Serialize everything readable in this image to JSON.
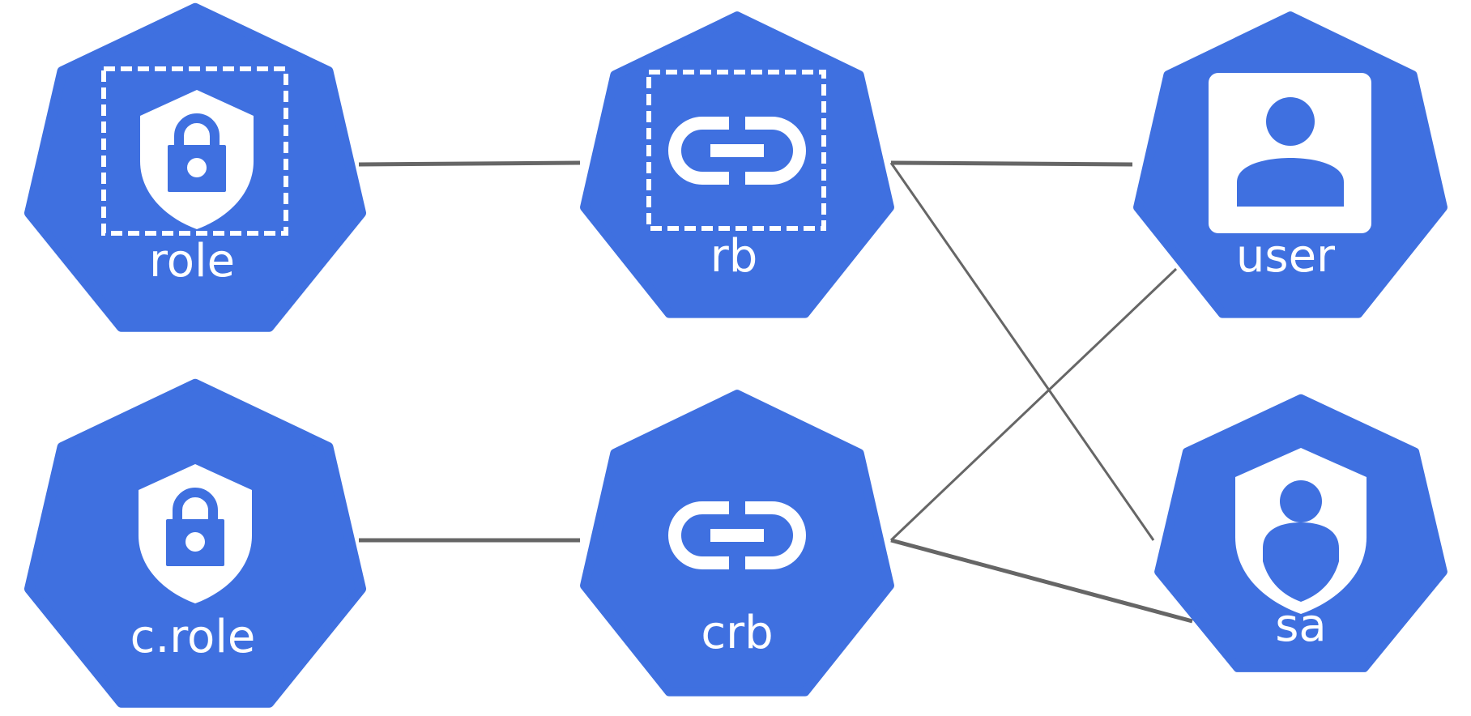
{
  "colors": {
    "node_fill": "#3f70e0",
    "icon": "#ffffff",
    "edge": "#666666",
    "background": "#ffffff"
  },
  "nodes": [
    {
      "id": "role",
      "label": "role",
      "icon": "shield-lock-icon",
      "dashed": true
    },
    {
      "id": "rb",
      "label": "rb",
      "icon": "link-icon",
      "dashed": true
    },
    {
      "id": "user",
      "label": "user",
      "icon": "user-card-icon",
      "dashed": false
    },
    {
      "id": "crole",
      "label": "c.role",
      "icon": "shield-lock-icon",
      "dashed": false
    },
    {
      "id": "crb",
      "label": "crb",
      "icon": "link-icon",
      "dashed": false
    },
    {
      "id": "sa",
      "label": "sa",
      "icon": "shield-user-icon",
      "dashed": false
    }
  ],
  "edges": [
    {
      "from": "role",
      "to": "rb"
    },
    {
      "from": "rb",
      "to": "user"
    },
    {
      "from": "rb",
      "to": "sa"
    },
    {
      "from": "crole",
      "to": "crb"
    },
    {
      "from": "crb",
      "to": "user"
    },
    {
      "from": "crb",
      "to": "sa"
    }
  ]
}
